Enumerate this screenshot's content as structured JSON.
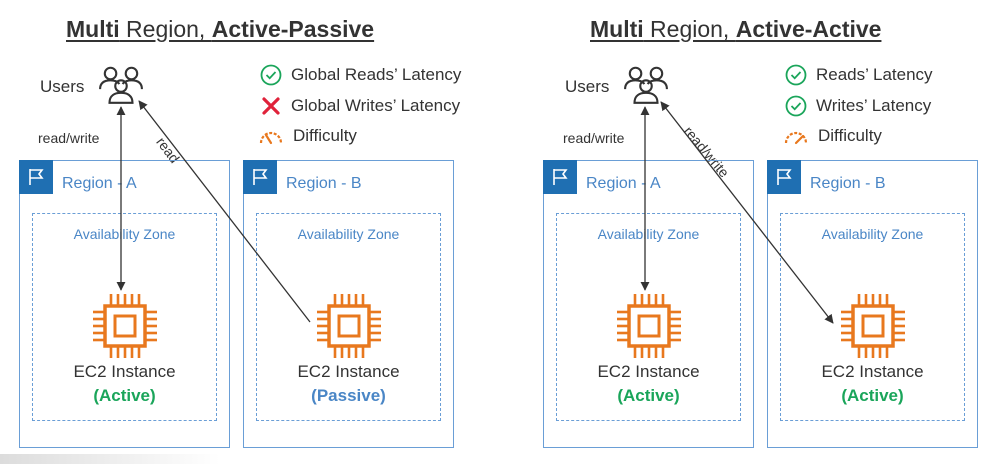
{
  "panels": [
    {
      "title_prefix_bold": "Multi",
      "title_middle": " Region, ",
      "title_suffix_bold": "Active-Passive",
      "users_label": "Users",
      "edge_left_label": "read/write",
      "edge_right_label": "read",
      "legend": [
        {
          "icon": "check-circle-icon",
          "text": "Global Reads’ Latency"
        },
        {
          "icon": "x-mark-icon",
          "text": "Global Writes’ Latency"
        },
        {
          "icon": "gauge-icon",
          "text": "Difficulty"
        }
      ],
      "regions": [
        {
          "label": "Region - A",
          "az_label": "Availability Zone",
          "instance_label": "EC2 Instance",
          "status": "(Active)"
        },
        {
          "label": "Region - B",
          "az_label": "Availability Zone",
          "instance_label": "EC2 Instance",
          "status": "(Passive)"
        }
      ]
    },
    {
      "title_prefix_bold": "Multi",
      "title_middle": " Region, ",
      "title_suffix_bold": "Active-Active",
      "users_label": "Users",
      "edge_left_label": "read/write",
      "edge_right_label": "read/write",
      "legend": [
        {
          "icon": "check-circle-icon",
          "text": "Reads’ Latency"
        },
        {
          "icon": "check-circle-icon",
          "text": "Writes’ Latency"
        },
        {
          "icon": "gauge-icon",
          "text": "Difficulty"
        }
      ],
      "regions": [
        {
          "label": "Region - A",
          "az_label": "Availability Zone",
          "instance_label": "EC2 Instance",
          "status": "(Active)"
        },
        {
          "label": "Region - B",
          "az_label": "Availability Zone",
          "instance_label": "EC2 Instance",
          "status": "(Active)"
        }
      ]
    }
  ],
  "colors": {
    "check": "#1aa55a",
    "cross": "#e0223a",
    "gauge": "#e8781e",
    "ec2": "#e8781e",
    "region_border": "#6a9ed6",
    "flag_bg": "#1f6fb2",
    "active": "#1aa55a",
    "passive": "#4a86c6"
  }
}
